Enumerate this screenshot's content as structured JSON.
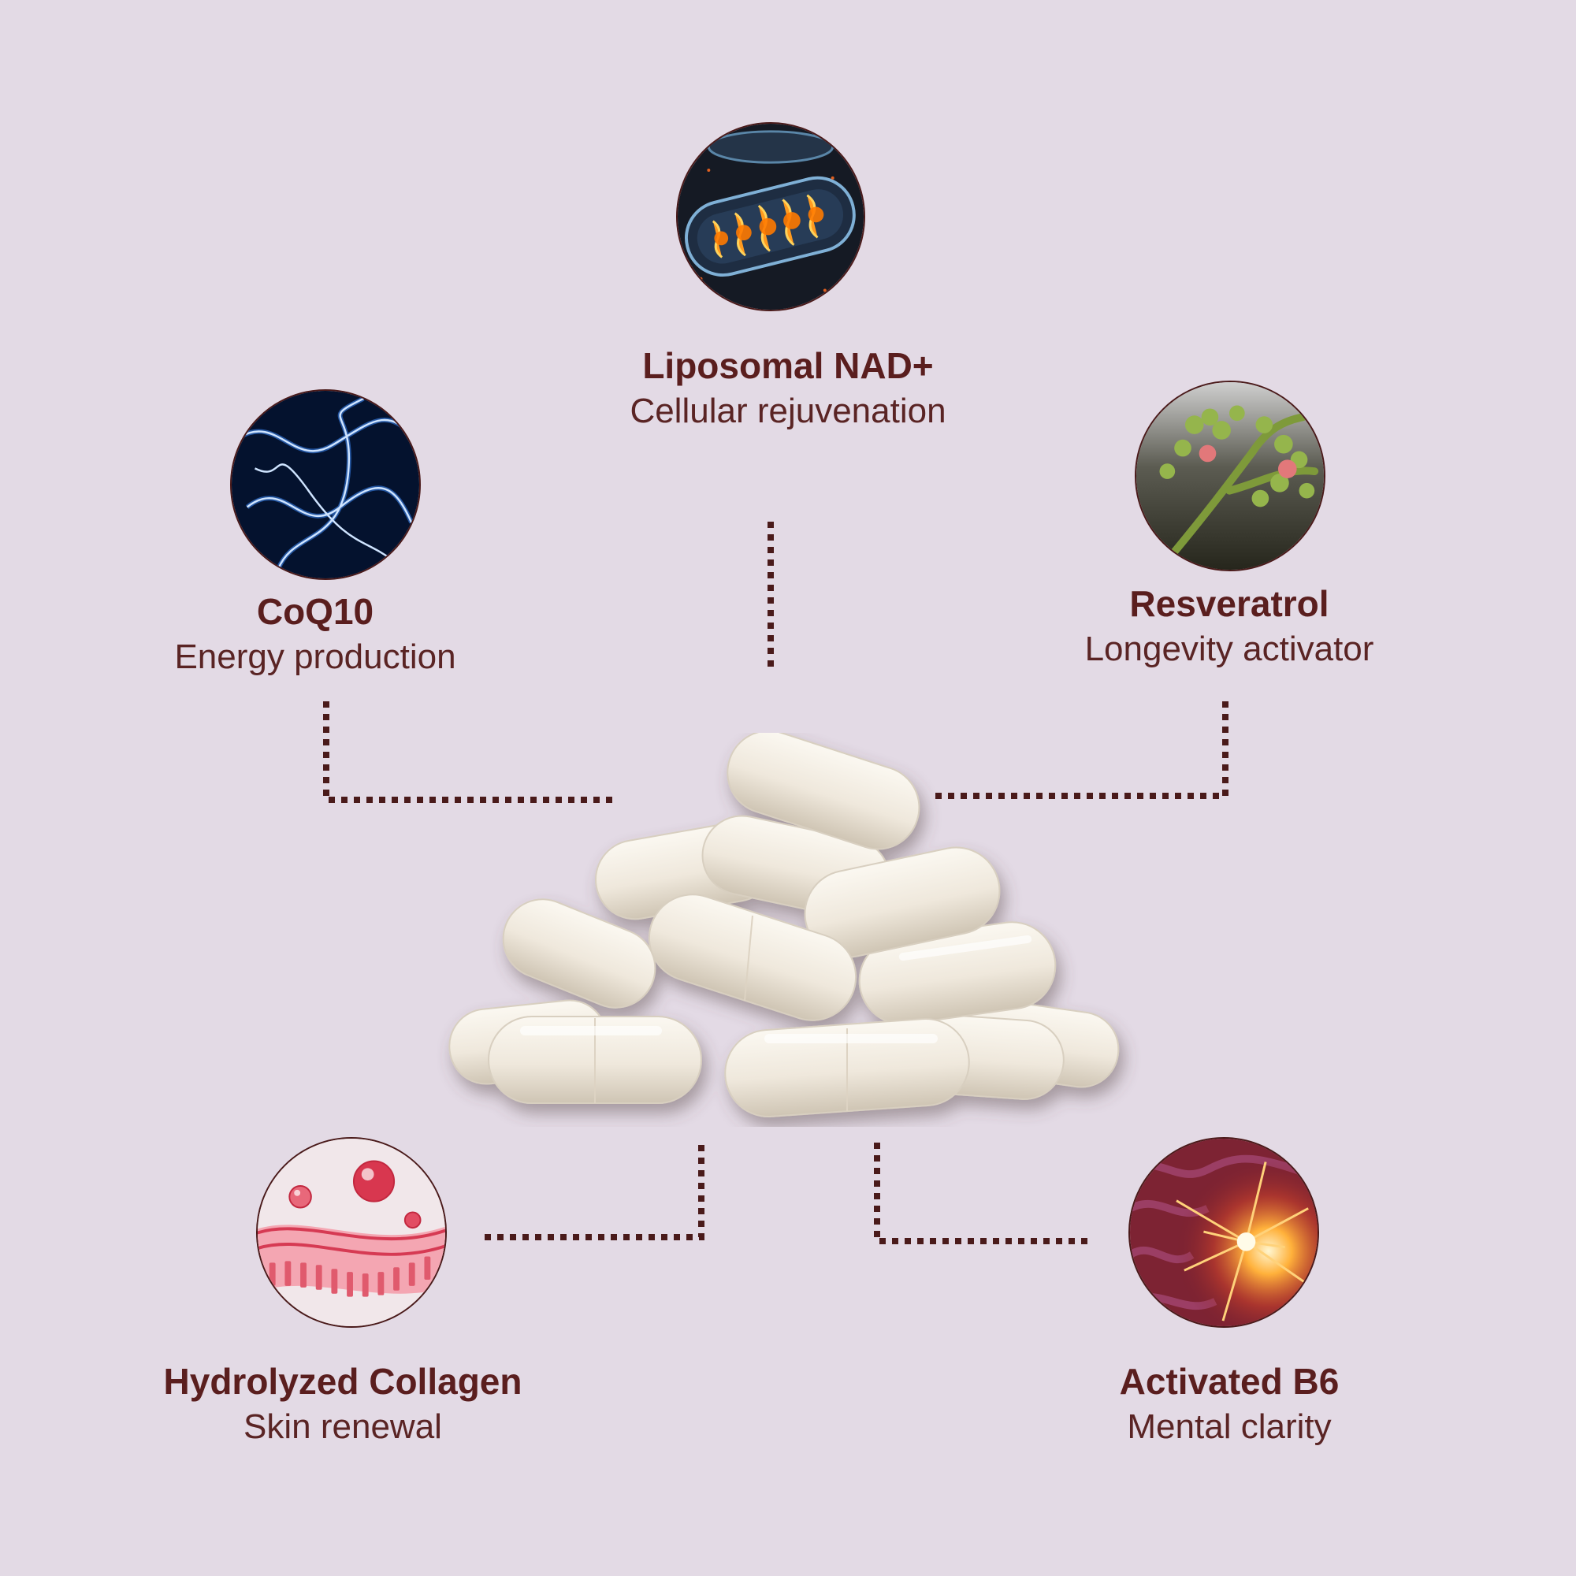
{
  "ingredients": {
    "nad": {
      "name": "Liposomal NAD+",
      "benefit": "Cellular rejuvenation",
      "icon": "mitochondria-icon"
    },
    "coq10": {
      "name": "CoQ10",
      "benefit": "Energy production",
      "icon": "electric-energy-icon"
    },
    "resveratrol": {
      "name": "Resveratrol",
      "benefit": "Longevity activator",
      "icon": "grape-plant-icon"
    },
    "collagen": {
      "name": "Hydrolyzed Collagen",
      "benefit": "Skin renewal",
      "icon": "collagen-skin-icon"
    },
    "b6": {
      "name": "Activated B6",
      "benefit": "Mental clarity",
      "icon": "brain-neuron-icon"
    }
  },
  "colors": {
    "background": "#e3dae5",
    "text": "#5a1e1e",
    "connector": "#4a1a1a",
    "capsule": "#f1ece3"
  }
}
